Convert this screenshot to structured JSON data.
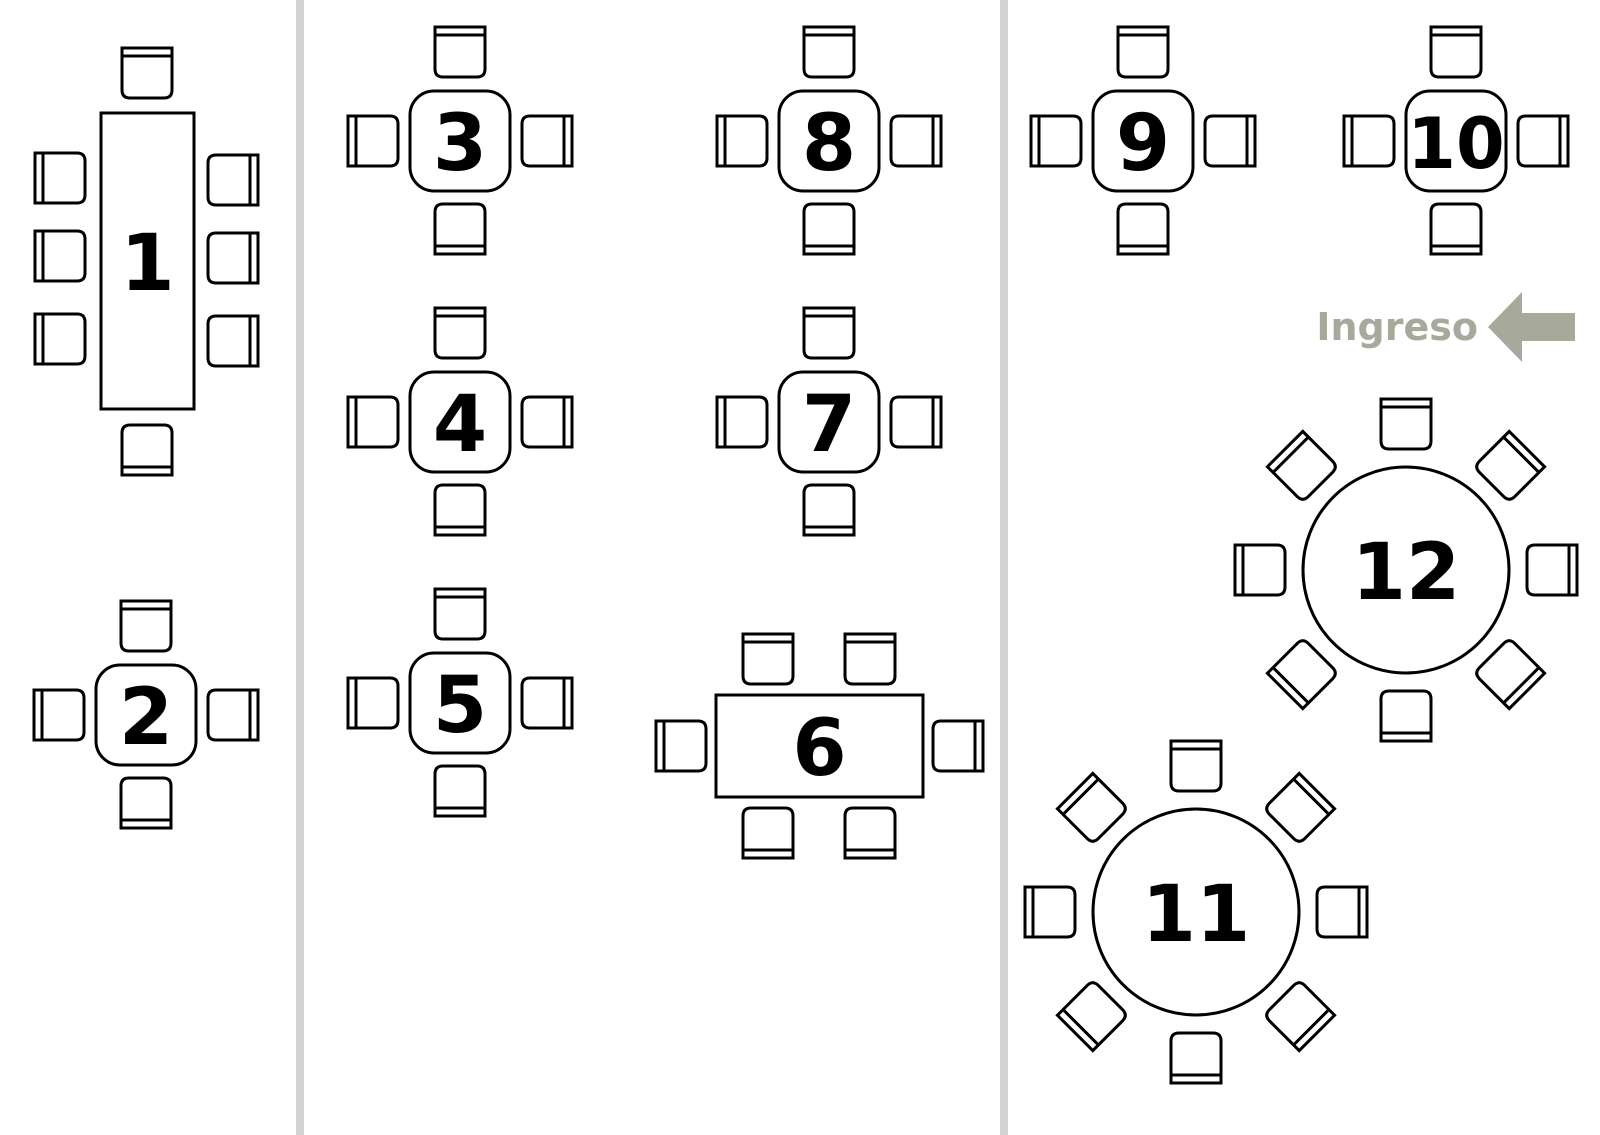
{
  "floor_plan": {
    "colors": {
      "outline": "#000000",
      "divider": "#d3d3d3",
      "entrance": "#a7a99b",
      "background": "#ffffff"
    },
    "entrance": {
      "label": "Ingreso",
      "icon": "arrow-left-icon"
    },
    "tables": [
      {
        "number": "1",
        "shape": "rectangle",
        "seats": 8
      },
      {
        "number": "2",
        "shape": "square",
        "seats": 4
      },
      {
        "number": "3",
        "shape": "square",
        "seats": 4
      },
      {
        "number": "4",
        "shape": "square",
        "seats": 4
      },
      {
        "number": "5",
        "shape": "square",
        "seats": 4
      },
      {
        "number": "6",
        "shape": "rectangle",
        "seats": 6
      },
      {
        "number": "7",
        "shape": "square",
        "seats": 4
      },
      {
        "number": "8",
        "shape": "square",
        "seats": 4
      },
      {
        "number": "9",
        "shape": "square",
        "seats": 4
      },
      {
        "number": "10",
        "shape": "square",
        "seats": 4
      },
      {
        "number": "11",
        "shape": "round",
        "seats": 8
      },
      {
        "number": "12",
        "shape": "round",
        "seats": 8
      }
    ]
  }
}
